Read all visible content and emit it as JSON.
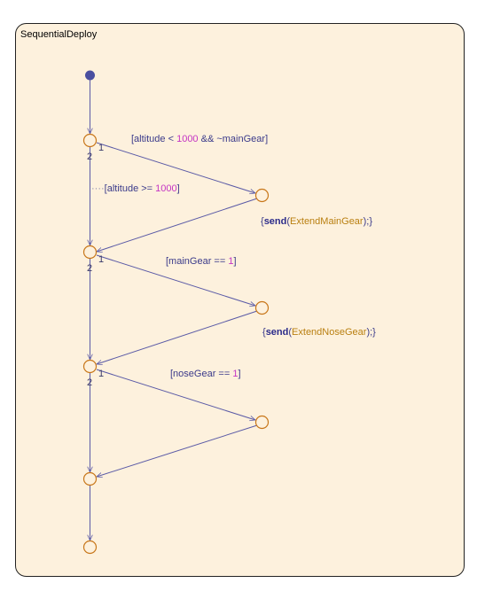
{
  "state": {
    "title": "SequentialDeploy"
  },
  "colors": {
    "state_fill": "#fdf1dd",
    "state_border": "#222222",
    "junction": "#c8771a",
    "transition": "#5a5aa6",
    "default_dot": "#4a4fa0",
    "label_text": "#3a3a8a",
    "number": "#c435c4",
    "function": "#2b2b8a",
    "event": "#b97f10"
  },
  "order_labels": {
    "j1_a": "1",
    "j1_b": "2",
    "j2_a": "1",
    "j2_b": "2",
    "j3_a": "1",
    "j3_b": "2"
  },
  "conditions": {
    "c1": {
      "open": "[altitude < ",
      "num": "1000",
      "mid": " && ~mainGear]"
    },
    "c2": {
      "dots": "····",
      "open": "[altitude >= ",
      "num": "1000",
      "close": "]"
    },
    "c3": {
      "open": "[mainGear == ",
      "num": "1",
      "close": "]"
    },
    "c4": {
      "open": "[noseGear == ",
      "num": "1",
      "close": "]"
    }
  },
  "actions": {
    "a1": {
      "open": "{",
      "fn": "send",
      "paren_open": "(",
      "event": "ExtendMainGear",
      "close": ");}"
    },
    "a2": {
      "open": "{",
      "fn": "send",
      "paren_open": "(",
      "event": "ExtendNoseGear",
      "close": ");}"
    }
  }
}
